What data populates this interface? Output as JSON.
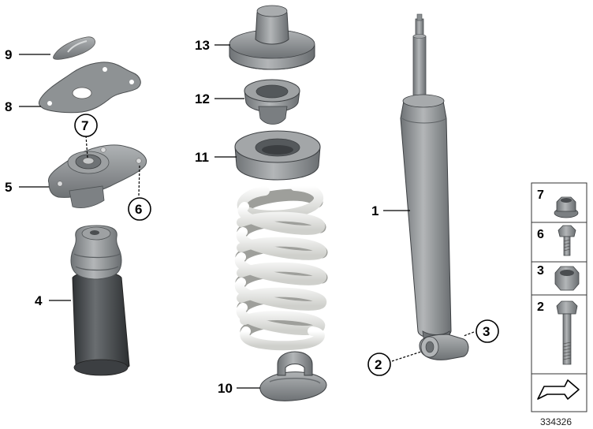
{
  "callouts": {
    "p1": "1",
    "p2": "2",
    "p3": "3",
    "p4": "4",
    "p5": "5",
    "p6": "6",
    "p7": "7",
    "p8": "8",
    "p9": "9",
    "p10": "10",
    "p11": "11",
    "p12": "12",
    "p13": "13"
  },
  "sidebar": {
    "items": [
      {
        "label": "7"
      },
      {
        "label": "6"
      },
      {
        "label": "3"
      },
      {
        "label": "2"
      }
    ]
  },
  "diagram_id": "334326",
  "icons": {
    "arrow": "arrow-icon"
  },
  "colors": {
    "part_gray": "#8f9396",
    "dark_gray": "#3e4245",
    "spring_white": "#f1f1ef"
  }
}
